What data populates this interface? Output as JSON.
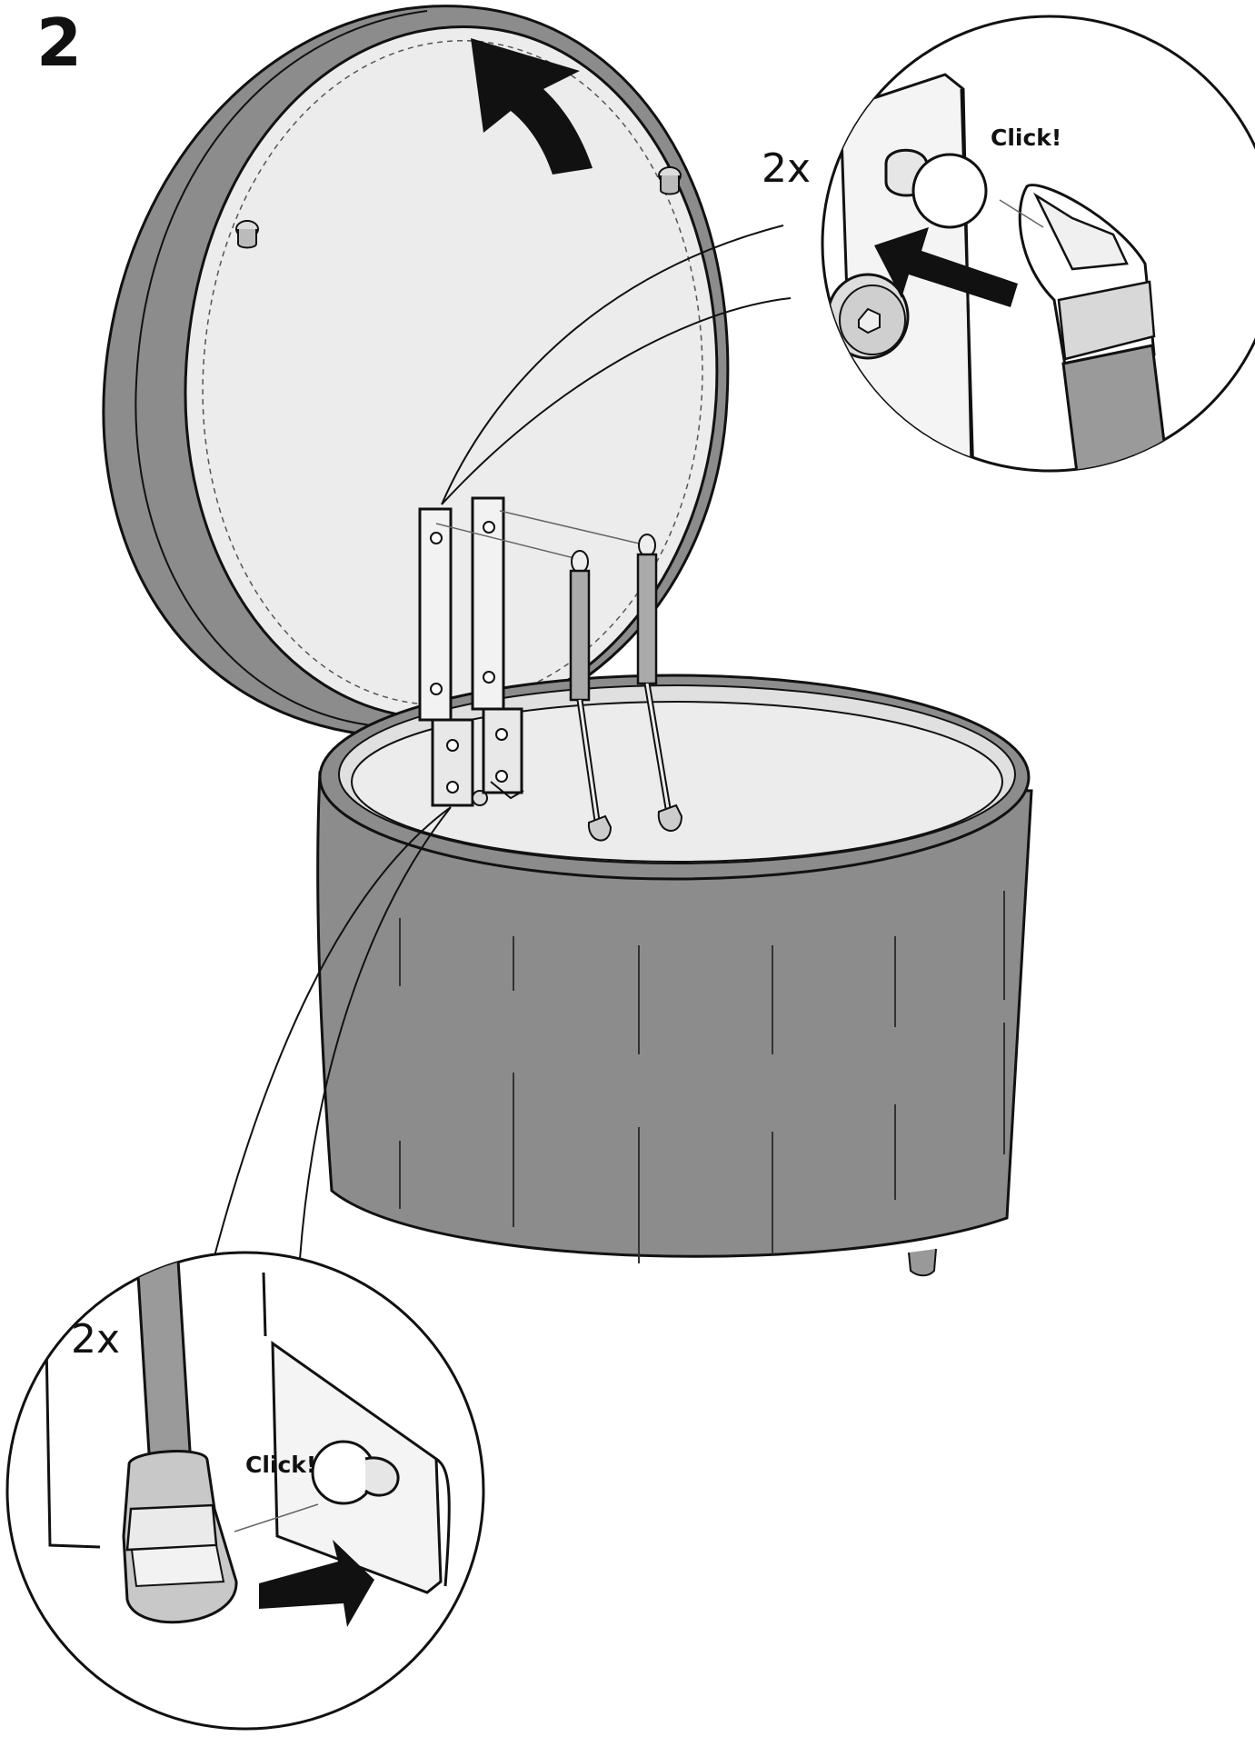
{
  "step": {
    "number": "2"
  },
  "callout_top": {
    "quantity": "2x",
    "sound": "Click!"
  },
  "callout_bottom": {
    "quantity": "2x",
    "sound": "Click!"
  },
  "colors": {
    "fabric": "#8c8c8c",
    "fabric_dark": "#7b7b7b",
    "inner_surface": "#ececec",
    "line": "#111111",
    "background": "#ffffff"
  }
}
